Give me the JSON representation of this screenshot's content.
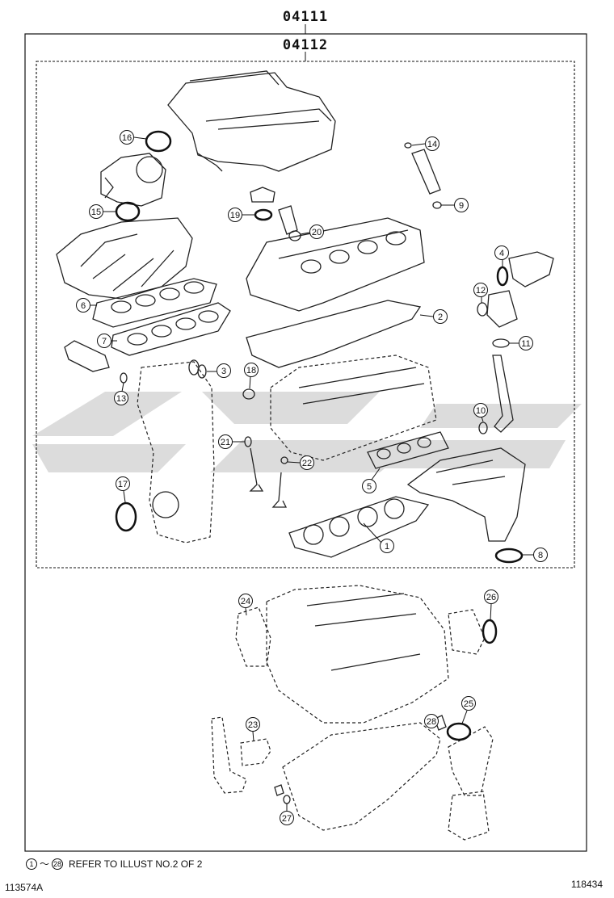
{
  "header": {
    "assembly_code": "04111",
    "subassembly_code": "04112"
  },
  "callouts": [
    {
      "id": "1",
      "label": "1"
    },
    {
      "id": "2",
      "label": "2"
    },
    {
      "id": "3",
      "label": "3"
    },
    {
      "id": "4",
      "label": "4"
    },
    {
      "id": "5",
      "label": "5"
    },
    {
      "id": "6",
      "label": "6"
    },
    {
      "id": "7",
      "label": "7"
    },
    {
      "id": "8",
      "label": "8"
    },
    {
      "id": "9",
      "label": "9"
    },
    {
      "id": "10",
      "label": "10"
    },
    {
      "id": "11",
      "label": "11"
    },
    {
      "id": "12",
      "label": "12"
    },
    {
      "id": "13",
      "label": "13"
    },
    {
      "id": "14",
      "label": "14"
    },
    {
      "id": "15",
      "label": "15"
    },
    {
      "id": "16",
      "label": "16"
    },
    {
      "id": "17",
      "label": "17"
    },
    {
      "id": "18",
      "label": "18"
    },
    {
      "id": "19",
      "label": "19"
    },
    {
      "id": "20",
      "label": "20"
    },
    {
      "id": "21",
      "label": "21"
    },
    {
      "id": "22",
      "label": "22"
    },
    {
      "id": "23",
      "label": "23"
    },
    {
      "id": "24",
      "label": "24"
    },
    {
      "id": "25",
      "label": "25"
    },
    {
      "id": "26",
      "label": "26"
    },
    {
      "id": "27",
      "label": "27"
    },
    {
      "id": "28",
      "label": "28"
    }
  ],
  "footnote": {
    "from": "1",
    "tilde": "～",
    "to": "28",
    "text": "REFER TO ILLUST NO.2 OF 2"
  },
  "footer": {
    "illustration_id": "113574A",
    "page_id": "118434"
  },
  "colors": {
    "line": "#222222",
    "watermark": "#d6d6d6"
  }
}
